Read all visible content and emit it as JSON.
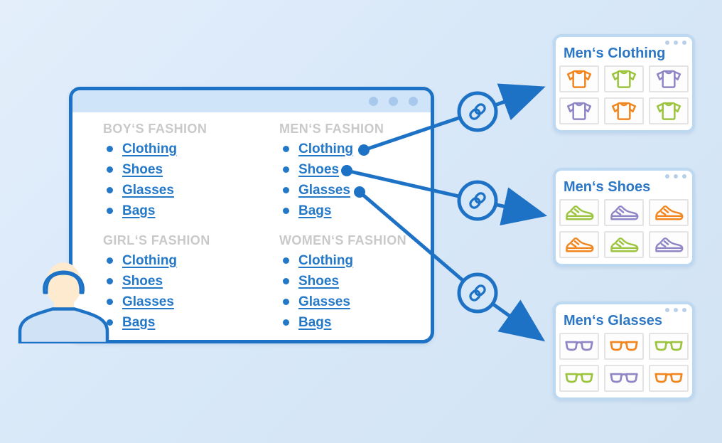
{
  "colors": {
    "accent": "#1e72c5",
    "link_blue": "#2478c8",
    "heading_gray": "#c9c9c9",
    "orange": "#f1861f",
    "green": "#9cc43f",
    "purple": "#8f86c6"
  },
  "main_window": {
    "sections": [
      {
        "heading": "BOY‘S FASHION",
        "links": [
          "Clothing",
          "Shoes",
          "Glasses",
          "Bags"
        ]
      },
      {
        "heading": "MEN‘S FASHION",
        "links": [
          "Clothing",
          "Shoes",
          "Glasses",
          "Bags"
        ]
      },
      {
        "heading": "GIRL‘S FASHION",
        "links": [
          "Clothing",
          "Shoes",
          "Glasses",
          "Bags"
        ]
      },
      {
        "heading": "WOMEN‘S FASHION",
        "links": [
          "Clothing",
          "Shoes",
          "Glasses",
          "Bags"
        ]
      }
    ]
  },
  "connections": [
    {
      "source_link": "Clothing",
      "target_window": "Men‘s Clothing",
      "icon": "chain-link-icon"
    },
    {
      "source_link": "Shoes",
      "target_window": "Men‘s Shoes",
      "icon": "chain-link-icon"
    },
    {
      "source_link": "Glasses",
      "target_window": "Men‘s Glasses",
      "icon": "chain-link-icon"
    }
  ],
  "windows": [
    {
      "title": "Men‘s Clothing",
      "icon": "tshirt-icon",
      "icons": [
        "orange",
        "green",
        "purple",
        "purple",
        "orange",
        "green"
      ]
    },
    {
      "title": "Men‘s Shoes",
      "icon": "sneaker-icon",
      "icons": [
        "green",
        "purple",
        "orange",
        "orange",
        "green",
        "purple"
      ]
    },
    {
      "title": "Men‘s Glasses",
      "icon": "glasses-icon",
      "icons": [
        "purple",
        "orange",
        "green",
        "green",
        "purple",
        "orange"
      ]
    }
  ]
}
